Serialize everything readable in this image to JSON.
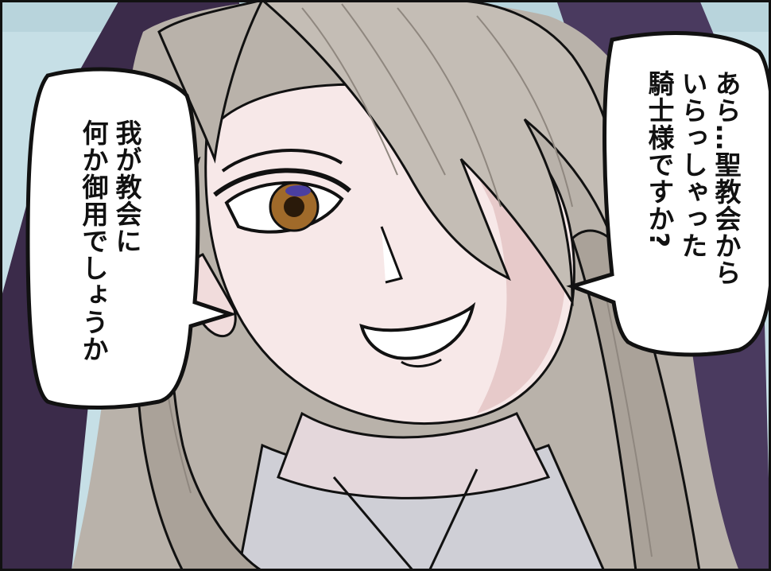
{
  "panel": {
    "speech_left": {
      "lines": [
        "我が教会に",
        "何か御用でしょうか"
      ]
    },
    "speech_right": {
      "lines": [
        "あら…聖教会から",
        "いらっしゃった",
        "騎士様ですか?"
      ]
    }
  },
  "colors": {
    "sky": "#c6dfe6",
    "hair": "#b9b2aa",
    "hair_shadow": "#8f877f",
    "skin": "#f7e8e8",
    "skin_shadow": "#e7caca",
    "iris": "#a06a2a",
    "veil": "#3b2b4a",
    "ink": "#111111"
  }
}
